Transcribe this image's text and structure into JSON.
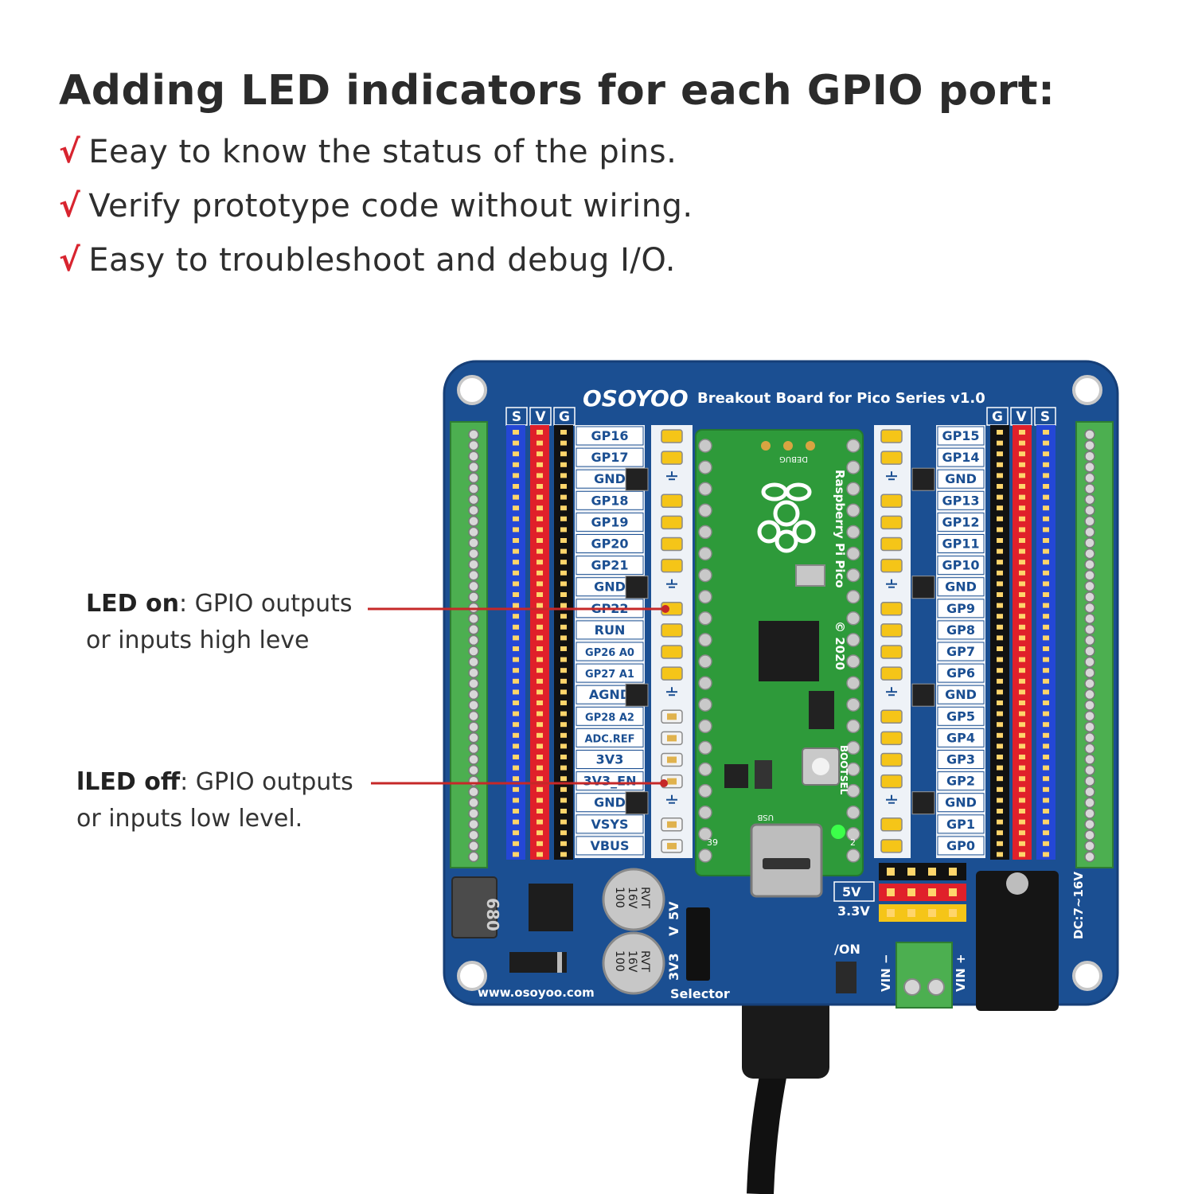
{
  "heading": "Adding LED indicators for each GPIO port:",
  "check_glyph": "√",
  "benefits": [
    "Eeay to know the status of the pins.",
    "Verify prototype code without wiring.",
    "Easy to troubleshoot and debug I/O."
  ],
  "callouts": {
    "led_on": {
      "term": "LED on",
      "line1_rest": ": GPIO outputs",
      "line2": "or inputs high leve"
    },
    "led_off": {
      "term": "lLED off",
      "line1_rest": ": GPIO outputs",
      "line2": "or inputs low level."
    }
  },
  "board": {
    "brand": "OSOYOO",
    "title": "Breakout Board for Pico Series v1.0",
    "website": "www.osoyoo.com",
    "left_header_labels": [
      "S",
      "V",
      "G"
    ],
    "right_header_labels": [
      "G",
      "V",
      "S"
    ],
    "left_pins": [
      "GP16",
      "GP17",
      "GND",
      "GP18",
      "GP19",
      "GP20",
      "GP21",
      "GND",
      "GP22",
      "RUN",
      "GP26 A0",
      "GP27 A1",
      "AGND",
      "GP28 A2",
      "ADC.REF",
      "3V3",
      "3V3_EN",
      "GND",
      "VSYS",
      "VBUS"
    ],
    "right_pins": [
      "GP15",
      "GP14",
      "GND",
      "GP13",
      "GP12",
      "GP11",
      "GP10",
      "GND",
      "GP9",
      "GP8",
      "GP7",
      "GP6",
      "GND",
      "GP5",
      "GP4",
      "GP3",
      "GP2",
      "GND",
      "GP1",
      "GP0"
    ],
    "left_led_states": [
      "on",
      "on",
      "gnd",
      "on",
      "on",
      "on",
      "on",
      "gnd",
      "on",
      "on",
      "on",
      "on",
      "gnd",
      "off",
      "off",
      "off",
      "off",
      "gnd",
      "off",
      "off"
    ],
    "right_led_states": [
      "on",
      "on",
      "gnd",
      "on",
      "on",
      "on",
      "on",
      "gnd",
      "on",
      "on",
      "on",
      "on",
      "gnd",
      "on",
      "on",
      "on",
      "on",
      "gnd",
      "on",
      "on"
    ],
    "pico_text": "Raspberry Pi Pico",
    "pico_year": "© 2020",
    "debug_label": "DEBUG",
    "bootsel_label": "BOOTSEL",
    "usb_label": "USB",
    "pin_num_left": "39",
    "pin_num_right": "2",
    "inductor_label": "680",
    "cap_top": [
      "RVT",
      "16V",
      "100"
    ],
    "cap_bottom": [
      "RVT",
      "16V",
      "100"
    ],
    "selector_label": "Selector",
    "selector_options": [
      "3V3",
      "V",
      "5V"
    ],
    "volt_labels": [
      "5V",
      "3.3V"
    ],
    "switch_label": "/ON",
    "vin_minus": "VIN −",
    "vin_plus": "VIN +",
    "dc_label": "DC:7~16V"
  },
  "colors": {
    "pcb": "#1b4f92",
    "pcb_edge": "#163f78",
    "terminal": "#4caf50",
    "pico": "#2e9a3a",
    "led_on": "#f5c518",
    "header_blue": "#2447d6",
    "header_red": "#e0202a",
    "check": "#d8242f",
    "callout_line": "#c62828"
  }
}
